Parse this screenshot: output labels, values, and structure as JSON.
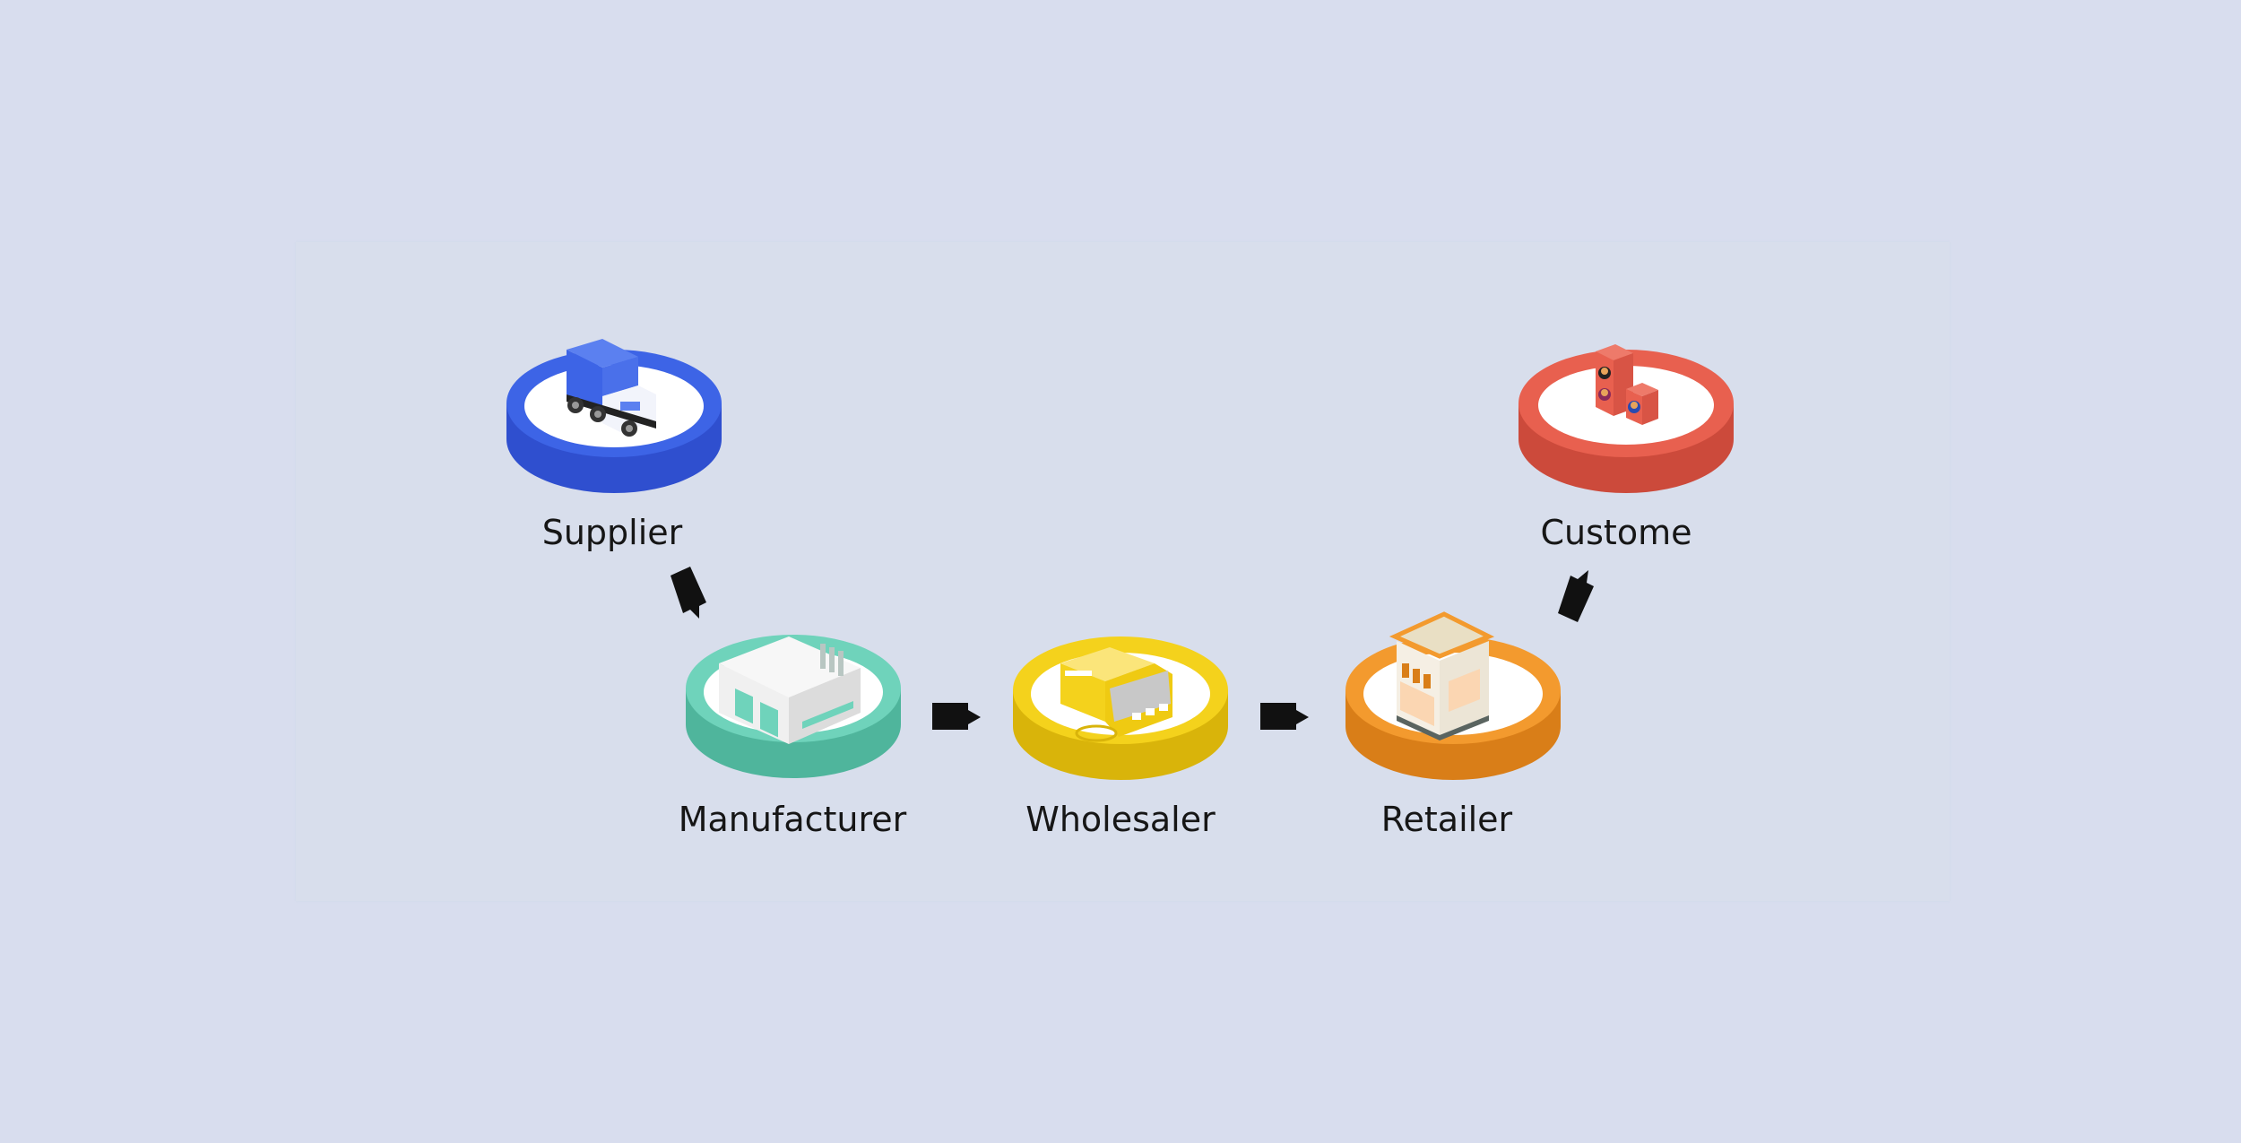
{
  "diagram": {
    "type": "supply-chain-flow",
    "nodes": [
      {
        "id": "supplier",
        "label": "Supplier",
        "icon": "truck-icon",
        "color": "#3d64e6",
        "dark": "#2f4fcf"
      },
      {
        "id": "manufacturer",
        "label": "Manufacturer",
        "icon": "factory-icon",
        "color": "#6fd3bb",
        "dark": "#4fb59c"
      },
      {
        "id": "wholesaler",
        "label": "Wholesaler",
        "icon": "warehouse-icon",
        "color": "#f4d21c",
        "dark": "#d9b40a"
      },
      {
        "id": "retailer",
        "label": "Retailer",
        "icon": "store-icon",
        "color": "#f39a2e",
        "dark": "#d97e18"
      },
      {
        "id": "customer",
        "label": "Custome",
        "icon": "customers-icon",
        "color": "#e8604f",
        "dark": "#cc4a3b"
      }
    ],
    "edges": [
      {
        "from": "supplier",
        "to": "manufacturer"
      },
      {
        "from": "manufacturer",
        "to": "wholesaler"
      },
      {
        "from": "wholesaler",
        "to": "retailer"
      },
      {
        "from": "retailer",
        "to": "customer"
      }
    ]
  }
}
